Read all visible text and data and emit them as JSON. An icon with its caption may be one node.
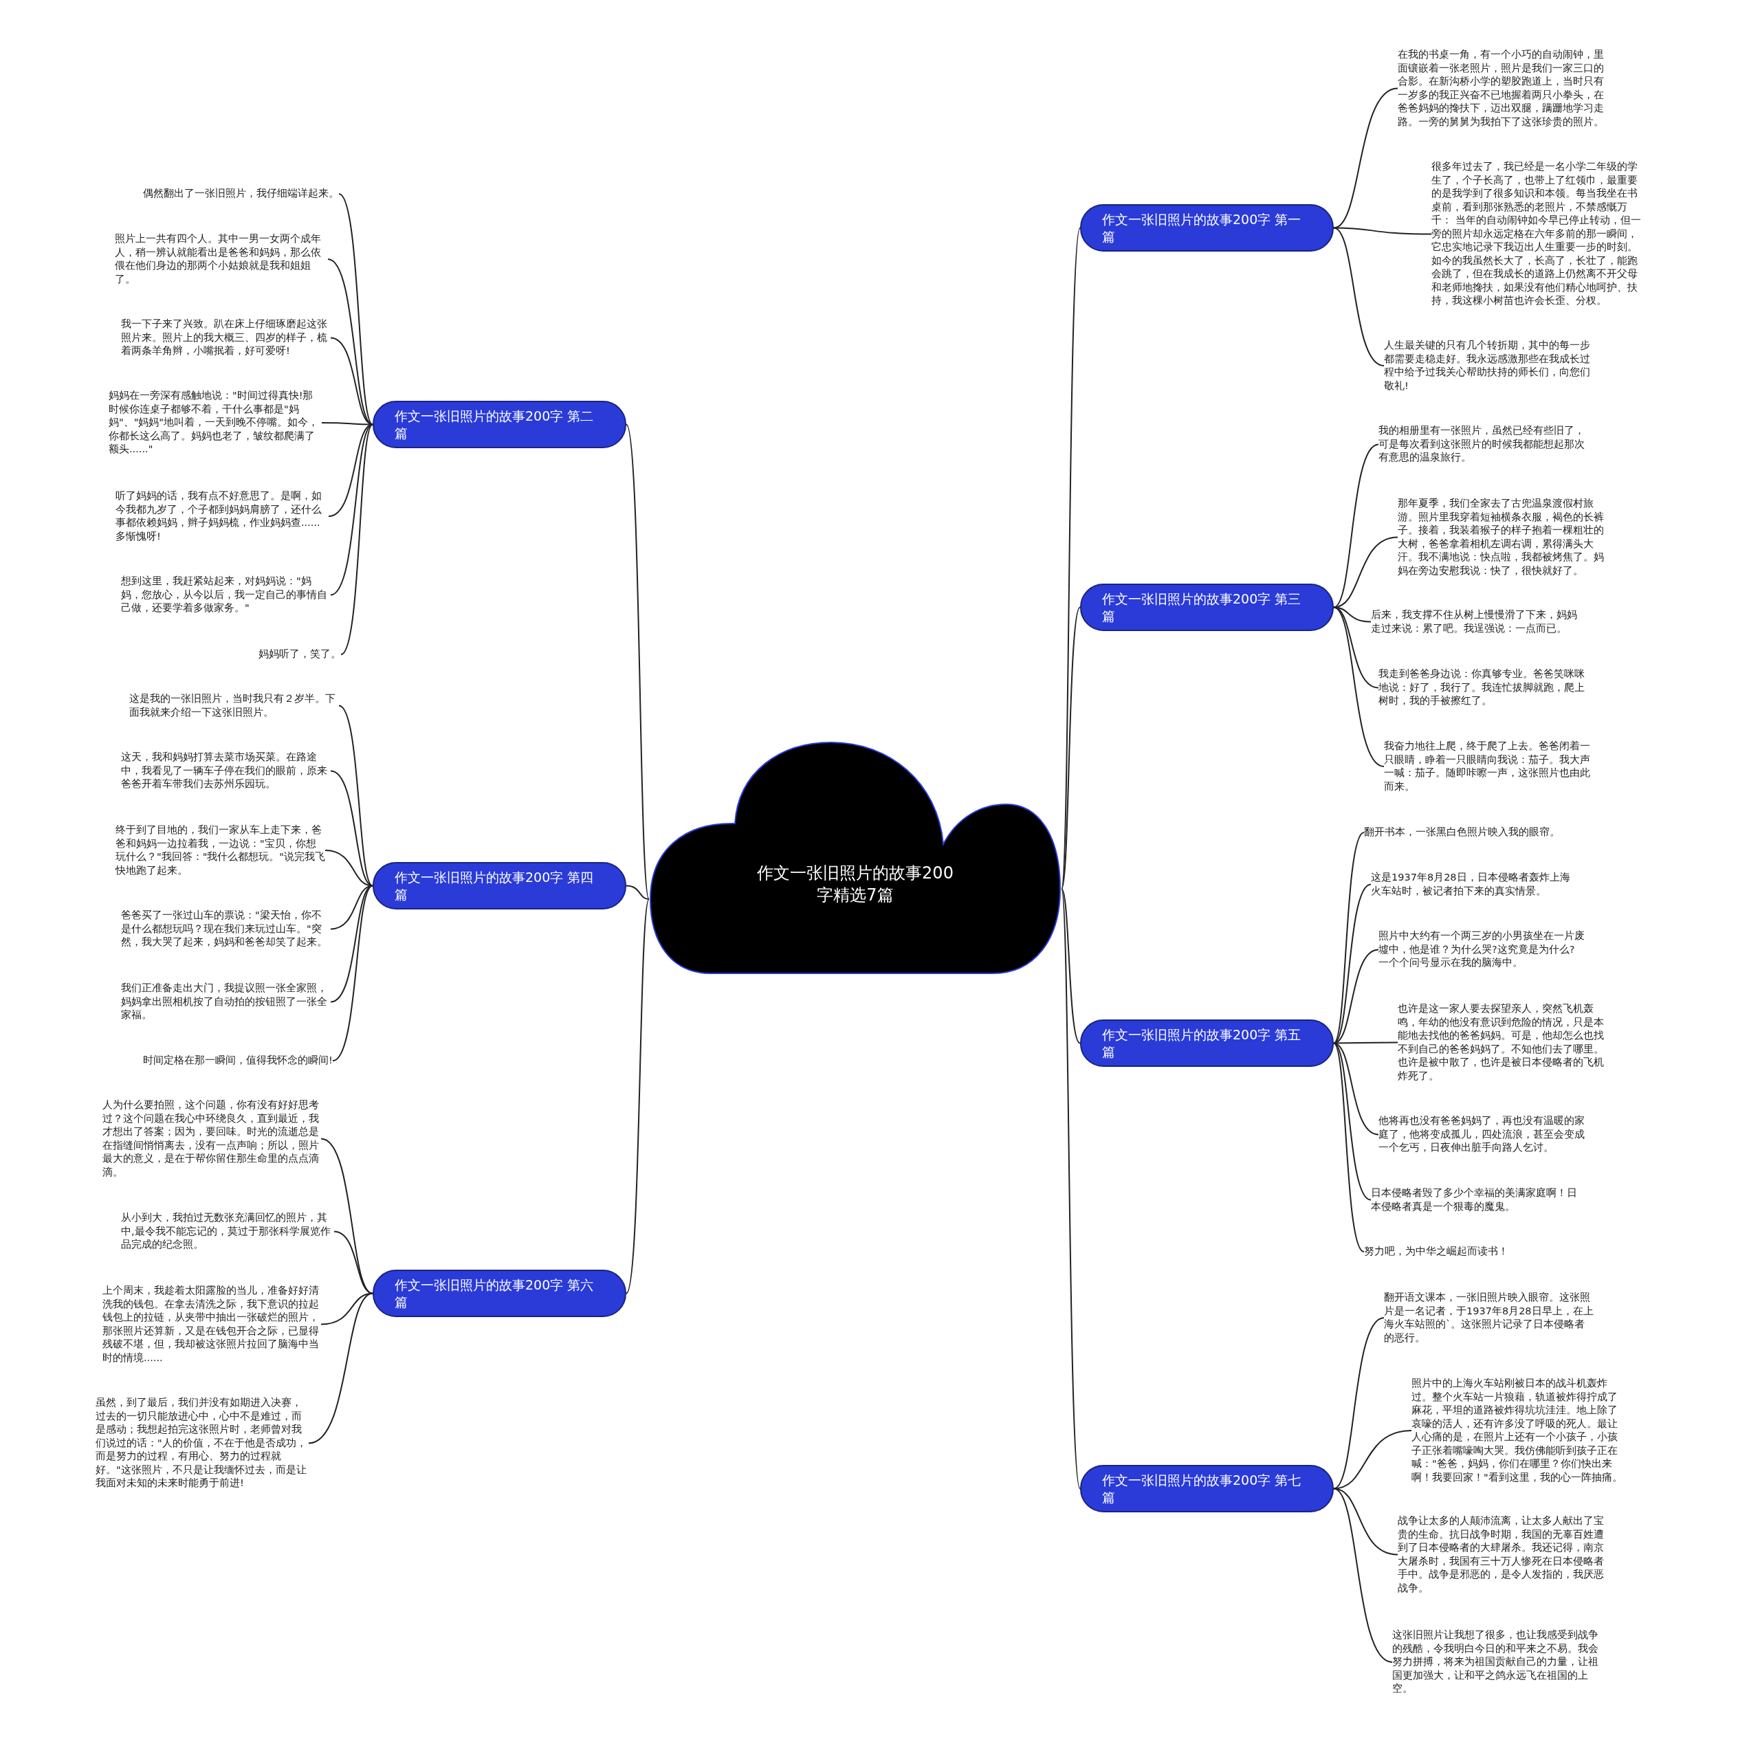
{
  "diagram": {
    "nodes": [
      {
        "text": [
          "作文一张旧照片的故事200字精选7篇"
        ]
      },
      {
        "text": [
          "作文一张旧照片的故事200字 第一篇"
        ]
      },
      {
        "text": [
          "在我的书桌一角，有一个小巧的自动闹钟，里面镶嵌着一张老照片，照片是我们一家三口的合影。在新沟桥小学的塑胶跑道上，当时只有一岁多的我正兴奋不已地握着两只小拳头，在爸爸妈妈的搀扶下，迈出双腿，蹒跚地学习走路。一旁的舅舅为我拍下了这张珍贵的照片。"
        ]
      },
      {
        "text": [
          "很多年过去了，我已经是一名小学二年级的学生了，个子长高了，也带上了红领巾，最重要的是我学到了很多知识和本领。每当我坐在书桌前，看到那张熟悉的老照片，不禁感慨万千： 当年的自动闹钟如今早已停止转动，但一旁的照片却永远定格在六年多前的那一瞬间，它忠实地记录下我迈出人生重要一步的时刻。如今的我虽然长大了，长高了，长壮了，能跑会跳了，但在我成长的道路上仍然离不开父母和老师地搀扶，如果没有他们精心地呵护、扶持，我这棵小树苗也许会长歪、分杈。"
        ]
      },
      {
        "text": [
          "人生最关键的只有几个转折期，其中的每一步都需要走稳走好。我永远感激那些在我成长过程中给予过我关心帮助扶持的师长们，向您们敬礼!"
        ]
      },
      {
        "text": [
          "作文一张旧照片的故事200字 第二篇"
        ]
      },
      {
        "text": [
          "偶然翻出了一张旧照片，我仔细端详起来。"
        ]
      },
      {
        "text": [
          "照片上一共有四个人。其中一男一女两个成年人，稍一辨认就能看出是爸爸和妈妈，那么依偎在他们身边的那两个小姑娘就是我和姐姐了。"
        ]
      },
      {
        "text": [
          "我一下子来了兴致。趴在床上仔细琢磨起这张照片来。照片上的我大概三、四岁的样子，梳着两条羊角辫，小嘴抿着，好可爱呀!"
        ]
      },
      {
        "text": [
          "妈妈在一旁深有感触地说：\"时间过得真快!那时候你连桌子都够不着，干什么事都是\"妈妈\"、\"妈妈\"地叫着，一天到晚不停嘴。如今，你都长这么高了。妈妈也老了，皱纹都爬满了额头......\""
        ]
      },
      {
        "text": [
          "听了妈妈的话，我有点不好意思了。是啊，如今我都九岁了，个子都到妈妈肩膀了，还什么事都依赖妈妈，辫子妈妈梳，作业妈妈查......多惭愧呀!"
        ]
      },
      {
        "text": [
          "想到这里，我赶紧站起来，对妈妈说：\"妈妈，您放心，从今以后，我一定自己的事情自己做，还要学着多做家务。\""
        ]
      },
      {
        "text": [
          "妈妈听了，笑了。"
        ]
      },
      {
        "text": [
          "作文一张旧照片的故事200字 第三篇"
        ]
      },
      {
        "text": [
          "我的相册里有一张照片，虽然已经有些旧了，可是每次看到这张照片的时候我都能想起那次有意思的温泉旅行。"
        ]
      },
      {
        "text": [
          "那年夏季，我们全家去了古兜温泉渡假村旅游。照片里我穿着短袖横条衣服，褐色的长裤子。接着，我装着猴子的样子抱着一棵粗壮的大树，爸爸拿着相机左调右调，累得满头大汗。我不满地说：快点啦，我都被烤焦了。妈妈在旁边安慰我说：快了，很快就好了。"
        ]
      },
      {
        "text": [
          "后来，我支撑不住从树上慢慢滑了下来，妈妈走过来说：累了吧。我逞强说：一点而已。"
        ]
      },
      {
        "text": [
          "我走到爸爸身边说：你真够专业。爸爸笑咪咪地说：好了，我行了。我连忙拔脚就跑，爬上树时，我的手被擦红了。"
        ]
      },
      {
        "text": [
          "我奋力地往上爬，终于爬了上去。爸爸闭着一只眼睛，睁着一只眼睛向我说：茄子。我大声一喊：茄子。随即咔嚓一声，这张照片也由此而来。"
        ]
      },
      {
        "text": [
          "作文一张旧照片的故事200字 第四篇"
        ]
      },
      {
        "text": [
          "这是我的一张旧照片，当时我只有２岁半。下面我就来介绍一下这张旧照片。"
        ]
      },
      {
        "text": [
          "这天，我和妈妈打算去菜市场买菜。在路途中，我看见了一辆车子停在我们的眼前，原来爸爸开着车带我们去苏州乐园玩。"
        ]
      },
      {
        "text": [
          "终于到了目地的，我们一家从车上走下来，爸爸和妈妈一边拉着我，一边说：\"宝贝，你想玩什么？\"我回答：\"我什么都想玩。\"说完我飞快地跑了起来。"
        ]
      },
      {
        "text": [
          "爸爸买了一张过山车的票说：\"梁天怡，你不是什么都想玩吗？现在我们来玩过山车。\"突然，我大哭了起来，妈妈和爸爸却笑了起来。"
        ]
      },
      {
        "text": [
          "我们正准备走出大门，我提议照一张全家照，妈妈拿出照相机按了自动拍的按钮照了一张全家福。"
        ]
      },
      {
        "text": [
          "时间定格在那一瞬间，值得我怀念的瞬间!"
        ]
      },
      {
        "text": [
          "作文一张旧照片的故事200字 第五篇"
        ]
      },
      {
        "text": [
          "翻开书本，一张黑白色照片映入我的眼帘。"
        ]
      },
      {
        "text": [
          "这是1937年8月28日，日本侵略者轰炸上海火车站时，被记者拍下来的真实情景。"
        ]
      },
      {
        "text": [
          "照片中大约有一个两三岁的小男孩坐在一片废墟中，他是谁？为什么哭?这究竟是为什么?一个个问号显示在我的脑海中。"
        ]
      },
      {
        "text": [
          "也许是这一家人要去探望亲人，突然飞机轰鸣，年幼的他没有意识到危险的情况，只是本能地去找他的爸爸妈妈。可是，他却怎么也找不到自己的爸爸妈妈了。不知他们去了哪里。也许是被中散了，也许是被日本侵略者的飞机炸死了。"
        ]
      },
      {
        "text": [
          "他将再也没有爸爸妈妈了，再也没有温暖的家庭了，他将变成孤儿，四处流浪，甚至会变成一个乞丐，日夜伸出脏手向路人乞讨。"
        ]
      },
      {
        "text": [
          "日本侵略者毁了多少个幸福的美满家庭啊！日本侵略者真是一个狠毒的魔鬼。"
        ]
      },
      {
        "text": [
          "努力吧，为中华之崛起而读书！"
        ]
      },
      {
        "text": [
          "作文一张旧照片的故事200字 第六篇"
        ]
      },
      {
        "text": [
          "人为什么要拍照，这个问题，你有没有好好思考过？这个问题在我心中环绕良久，直到最近，我才想出了答案；因为，要回味。时光的流逝总是在指缝间悄悄离去，没有一点声响；所以，照片最大的意义，是在于帮你留住那生命里的点点滴滴。"
        ]
      },
      {
        "text": [
          "从小到大，我拍过无数张充满回忆的照片，其中,最令我不能忘记的，莫过于那张科学展览作品完成的纪念照。"
        ]
      },
      {
        "text": [
          "上个周末，我趁着太阳露脸的当儿，准备好好清洗我的钱包。在拿去清洗之际，我下意识的拉起钱包上的拉链，从夹带中抽出一张破烂的照片，那张照片还算新，又是在钱包开合之际，已显得残破不堪，但，我却被这张照片拉回了脑海中当时的情境......"
        ]
      },
      {
        "text": [
          "虽然，到了最后，我们并没有如期进入决赛，过去的一切只能放进心中，心中不是难过，而是感动；我想起拍完这张照片时，老师曾对我们说过的话：\"人的价值，不在于他是否成功，而是努力的过程，有用心、努力的过程就好。\"这张照片，不只是让我缅怀过去，而是让我面对未知的未来时能勇于前进!"
        ]
      },
      {
        "text": [
          "作文一张旧照片的故事200字 第七篇"
        ]
      },
      {
        "text": [
          "翻开语文课本，一张旧照片映入眼帘。这张照片是一名记者，于1937年8月28日早上，在上海火车站照的`。这张照片记录了日本侵略者的恶行。"
        ]
      },
      {
        "text": [
          "照片中的上海火车站刚被日本的战斗机轰炸过。整个火车站一片狼藉，轨道被炸得拧成了麻花，平坦的道路被炸得坑坑洼洼。地上除了哀嚎的活人，还有许多没了呼吸的死人。最让人心痛的是，在照片上还有一个小孩子，小孩子正张着嘴嚎啕大哭。我仿佛能听到孩子正在喊：\"爸爸，妈妈，你们在哪里？你们快出来啊！我要回家！\"看到这里，我的心一阵抽痛。"
        ]
      },
      {
        "text": [
          "战争让太多的人颠沛流离，让太多人献出了宝贵的生命。抗日战争时期，我国的无辜百姓遭到了日本侵略者的大肆屠杀。我还记得，南京大屠杀时，我国有三十万人惨死在日本侵略者手中。战争是邪恶的，是令人发指的，我厌恶战争。"
        ]
      },
      {
        "text": [
          "这张旧照片让我想了很多，也让我感受到战争的残酷，令我明白今日的和平来之不易。我会努力拼搏，将来为祖国贡献自己的力量，让祖国更加强大，让和平之鸽永远飞在祖国的上空。"
        ]
      }
    ],
    "edges": [
      {
        "from": 0,
        "to": 1,
        "arrow": "none"
      },
      {
        "from": 1,
        "to": 2,
        "arrow": "none"
      },
      {
        "from": 1,
        "to": 3,
        "arrow": "none"
      },
      {
        "from": 1,
        "to": 4,
        "arrow": "none"
      },
      {
        "from": 0,
        "to": 5,
        "arrow": "none"
      },
      {
        "from": 5,
        "to": 6,
        "arrow": "none"
      },
      {
        "from": 5,
        "to": 7,
        "arrow": "none"
      },
      {
        "from": 5,
        "to": 8,
        "arrow": "none"
      },
      {
        "from": 5,
        "to": 9,
        "arrow": "none"
      },
      {
        "from": 5,
        "to": 10,
        "arrow": "none"
      },
      {
        "from": 5,
        "to": 11,
        "arrow": "none"
      },
      {
        "from": 5,
        "to": 12,
        "arrow": "none"
      },
      {
        "from": 0,
        "to": 13,
        "arrow": "none"
      },
      {
        "from": 13,
        "to": 14,
        "arrow": "none"
      },
      {
        "from": 13,
        "to": 15,
        "arrow": "none"
      },
      {
        "from": 13,
        "to": 16,
        "arrow": "none"
      },
      {
        "from": 13,
        "to": 17,
        "arrow": "none"
      },
      {
        "from": 13,
        "to": 18,
        "arrow": "none"
      },
      {
        "from": 0,
        "to": 19,
        "arrow": "none"
      },
      {
        "from": 19,
        "to": 20,
        "arrow": "none"
      },
      {
        "from": 19,
        "to": 21,
        "arrow": "none"
      },
      {
        "from": 19,
        "to": 22,
        "arrow": "none"
      },
      {
        "from": 19,
        "to": 23,
        "arrow": "none"
      },
      {
        "from": 19,
        "to": 24,
        "arrow": "none"
      },
      {
        "from": 19,
        "to": 25,
        "arrow": "none"
      },
      {
        "from": 0,
        "to": 26,
        "arrow": "none"
      },
      {
        "from": 26,
        "to": 27,
        "arrow": "none"
      },
      {
        "from": 26,
        "to": 28,
        "arrow": "none"
      },
      {
        "from": 26,
        "to": 29,
        "arrow": "none"
      },
      {
        "from": 26,
        "to": 30,
        "arrow": "none"
      },
      {
        "from": 26,
        "to": 31,
        "arrow": "none"
      },
      {
        "from": 26,
        "to": 32,
        "arrow": "none"
      },
      {
        "from": 26,
        "to": 33,
        "arrow": "none"
      },
      {
        "from": 0,
        "to": 34,
        "arrow": "none"
      },
      {
        "from": 34,
        "to": 35,
        "arrow": "none"
      },
      {
        "from": 34,
        "to": 36,
        "arrow": "none"
      },
      {
        "from": 34,
        "to": 37,
        "arrow": "none"
      },
      {
        "from": 34,
        "to": 38,
        "arrow": "none"
      },
      {
        "from": 0,
        "to": 39,
        "arrow": "none"
      },
      {
        "from": 39,
        "to": 40,
        "arrow": "none"
      },
      {
        "from": 39,
        "to": 41,
        "arrow": "none"
      },
      {
        "from": 39,
        "to": 42,
        "arrow": "none"
      },
      {
        "from": 39,
        "to": 43,
        "arrow": "none"
      }
    ]
  }
}
